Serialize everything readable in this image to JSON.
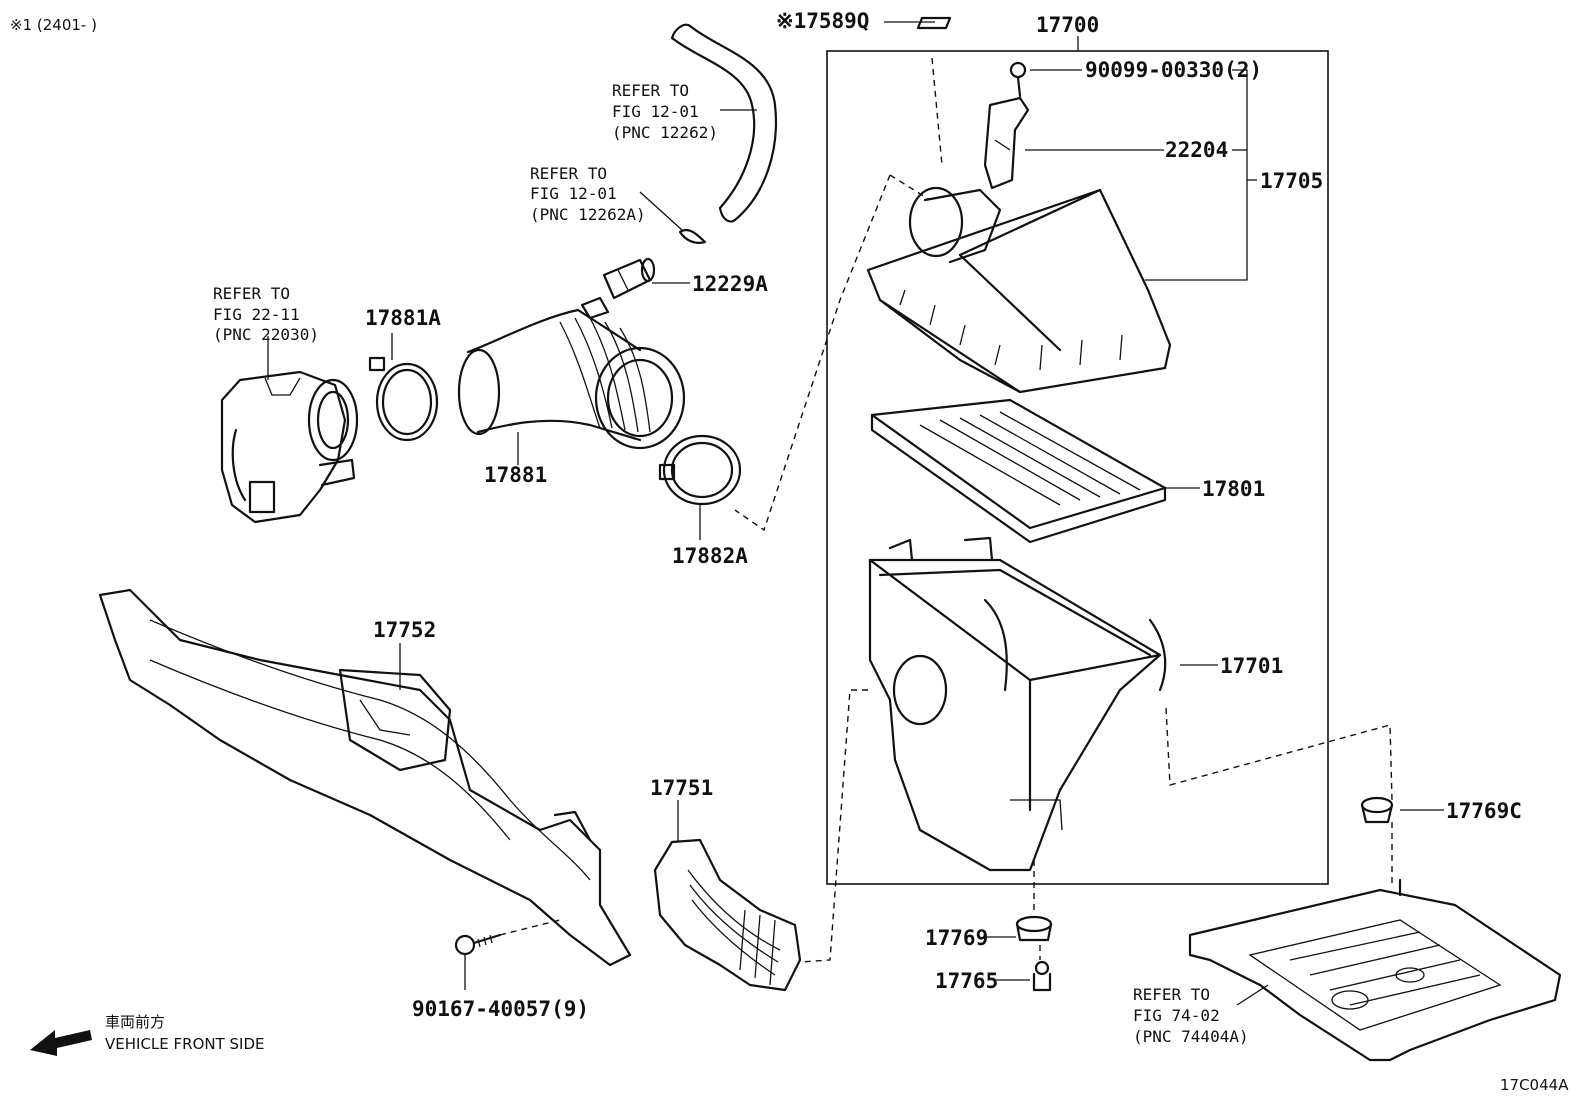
{
  "header": {
    "note": "※1 (2401-      )"
  },
  "footer": {
    "front_jp": "車両前方",
    "front_en": "VEHICLE FRONT SIDE",
    "code": "17C044A"
  },
  "labels": {
    "p17589Q": "※17589Q",
    "p17700": "17700",
    "p90099": "90099-00330(2)",
    "p22204": "22204",
    "p17705": "17705",
    "p12229A": "12229A",
    "p17881A": "17881A",
    "p17881": "17881",
    "p17882A": "17882A",
    "p17801": "17801",
    "p17701": "17701",
    "p17752": "17752",
    "p17751": "17751",
    "p17769C": "17769C",
    "p17769": "17769",
    "p17765": "17765",
    "p90167": "90167-40057(9)"
  },
  "refs": {
    "fig1201a": {
      "line1": "REFER TO",
      "line2": "FIG 12-01",
      "line3": "(PNC 12262)"
    },
    "fig1201b": {
      "line1": "REFER TO",
      "line2": "FIG 12-01",
      "line3": "(PNC 12262A)"
    },
    "fig2211": {
      "line1": "REFER TO",
      "line2": "FIG 22-11",
      "line3": "(PNC 22030)"
    },
    "fig7402": {
      "line1": "REFER TO",
      "line2": "FIG 74-02",
      "line3": "(PNC 74404A)"
    }
  }
}
